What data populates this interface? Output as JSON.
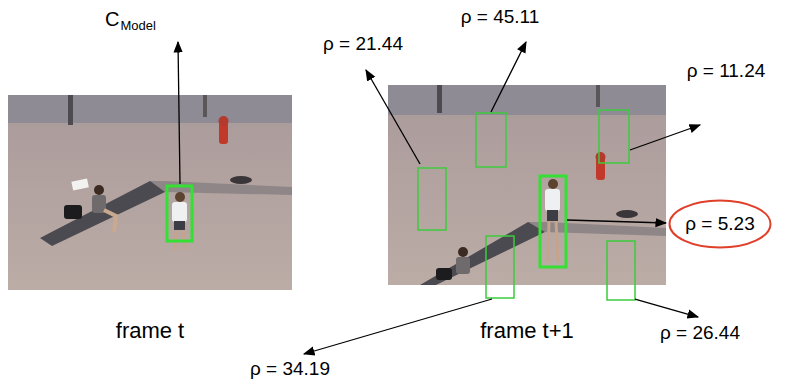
{
  "diagram": {
    "nodes": [
      {
        "text": [
          "ρ = 5.23"
        ]
      }
    ],
    "labels": [
      "C",
      "Model",
      "ρ = 21.44",
      "ρ = 45.11",
      "ρ = 11.24",
      "ρ = 26.44",
      "ρ = 34.19",
      "frame t",
      "frame t+1"
    ]
  }
}
